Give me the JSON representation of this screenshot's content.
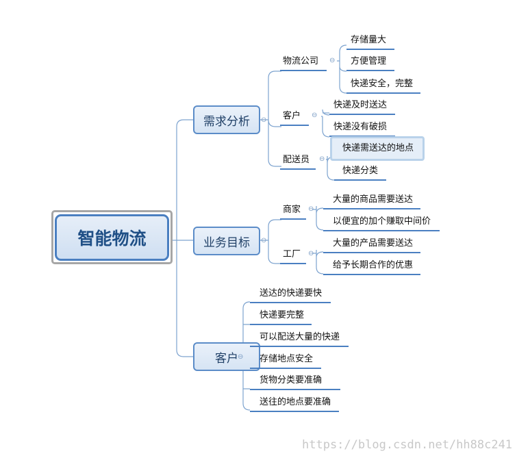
{
  "root": "智能物流",
  "branches": [
    {
      "label": "需求分析",
      "children": [
        {
          "label": "物流公司",
          "children": [
            "存储量大",
            "方便管理",
            "快递安全，完整"
          ]
        },
        {
          "label": "客户",
          "children": [
            "快递及时送达",
            "快递没有破损"
          ]
        },
        {
          "label": "配送员",
          "children": [
            "快递需送达的地点",
            "快递分类"
          ]
        }
      ]
    },
    {
      "label": "业务目标",
      "children": [
        {
          "label": "商家",
          "children": [
            "大量的商品需要送达",
            "以便宜的加个赚取中间价"
          ]
        },
        {
          "label": "工厂",
          "children": [
            "大量的产品需要送达",
            "给予长期合作的优惠"
          ]
        }
      ]
    },
    {
      "label": "客户",
      "children": [
        "送达的快递要快",
        "快递要完整",
        "可以配送大量的快递",
        "存储地点安全",
        "货物分类要准确",
        "送往的地点要准确"
      ]
    }
  ],
  "collapse_symbol": "⊖",
  "selected_item": "快递需送达的地点",
  "watermark": "https://blog.csdn.net/hh88c241",
  "colors": {
    "line": "#4a7fc1",
    "topic_border": "#5b8cc8",
    "root_text": "#1f4f86",
    "highlight": "#b9d2ea"
  }
}
